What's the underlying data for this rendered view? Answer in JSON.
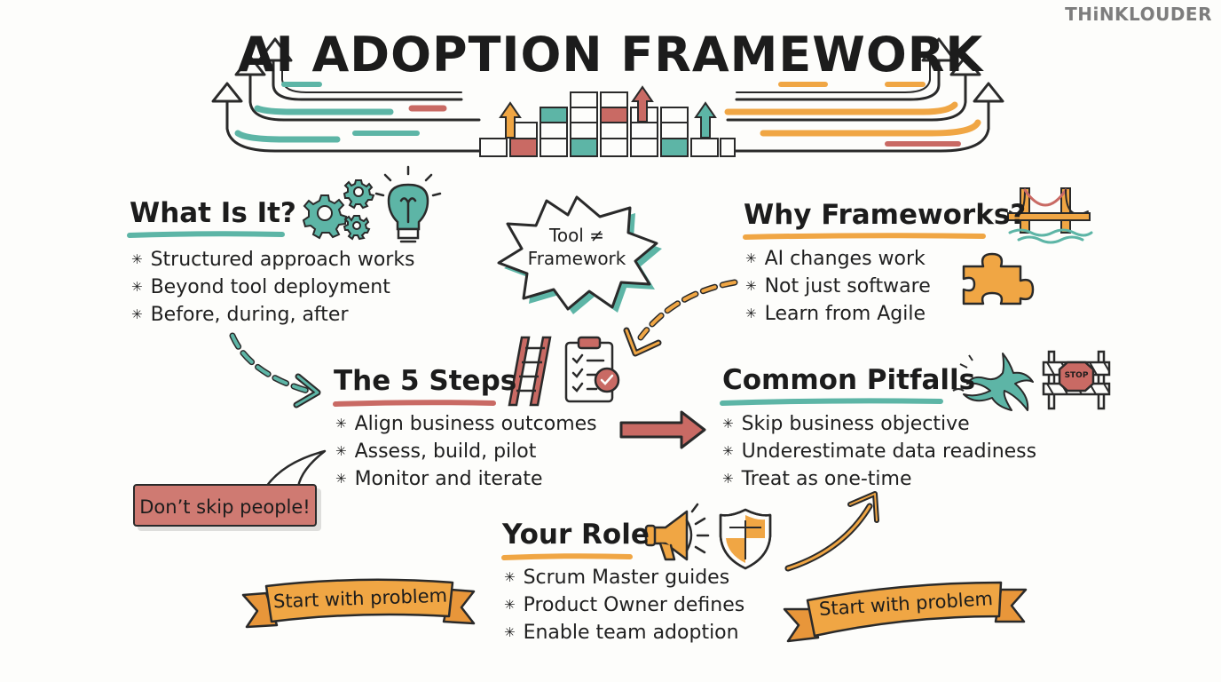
{
  "brand": "THiNKLOUDER",
  "title": "AI ADOPTION FRAMEWORK",
  "what_is_it": {
    "heading": "What Is It?",
    "items": [
      "Structured approach works",
      "Beyond tool deployment",
      "Before, during, after"
    ]
  },
  "burst": {
    "line1": "Tool ≠",
    "line2": "Framework"
  },
  "why_frameworks": {
    "heading": "Why Frameworks?",
    "items": [
      "AI changes work",
      "Not just software",
      "Learn from Agile"
    ]
  },
  "five_steps": {
    "heading": "The 5 Steps",
    "items": [
      "Align business outcomes",
      "Assess, build, pilot",
      "Monitor and iterate"
    ]
  },
  "pitfalls": {
    "heading": "Common Pitfalls",
    "items": [
      "Skip business objective",
      "Underestimate data readiness",
      "Treat as one-time"
    ]
  },
  "callout": "Don’t skip people!",
  "your_role": {
    "heading": "Your Role",
    "items": [
      "Scrum Master guides",
      "Product Owner defines",
      "Enable team adoption"
    ]
  },
  "ribbon_left": "Start with problem",
  "ribbon_right": "Start with problem",
  "stop_sign": "STOP",
  "colors": {
    "teal": "#5db5a6",
    "orange": "#f0a644",
    "red": "#c96a64",
    "ink": "#2a2a2a"
  }
}
